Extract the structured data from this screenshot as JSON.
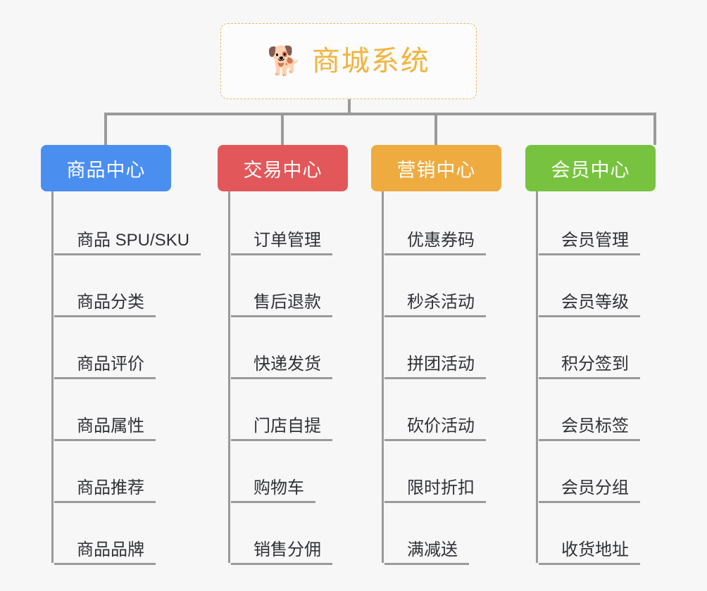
{
  "root": {
    "icon": "shiba-dog-emoji",
    "emoji": "🐕",
    "title": "商城系统",
    "title_color": "#f2b33d",
    "border_color": "#e8b962"
  },
  "connector_color": "#9a9a9a",
  "background_color": "#f7f7f7",
  "columns": [
    {
      "header": "商品中心",
      "color": "#4a8ef0",
      "items": [
        "商品 SPU/SKU",
        "商品分类",
        "商品评价",
        "商品属性",
        "商品推荐",
        "商品品牌"
      ]
    },
    {
      "header": "交易中心",
      "color": "#e2585a",
      "items": [
        "订单管理",
        "售后退款",
        "快递发货",
        "门店自提",
        "购物车",
        "销售分佣"
      ]
    },
    {
      "header": "营销中心",
      "color": "#eeab3f",
      "items": [
        "优惠券码",
        "秒杀活动",
        "拼团活动",
        "砍价活动",
        "限时折扣",
        "满减送"
      ]
    },
    {
      "header": "会员中心",
      "color": "#77c33f",
      "items": [
        "会员管理",
        "会员等级",
        "积分签到",
        "会员标签",
        "会员分组",
        "收货地址"
      ]
    }
  ]
}
